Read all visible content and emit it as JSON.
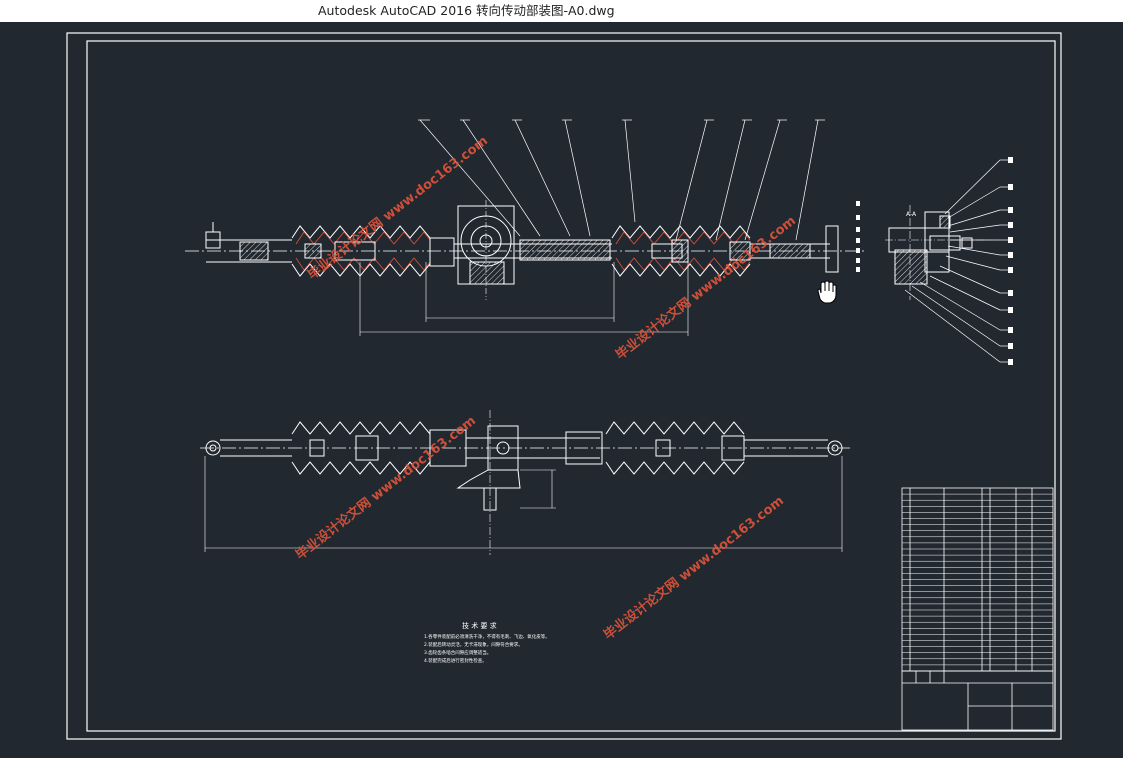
{
  "window": {
    "app_title": "Autodesk AutoCAD 2016",
    "document_title": "转向传动部装图-A0.dwg"
  },
  "drawing": {
    "tech_req_title": "技 术 要 求",
    "tech_req_lines": [
      "1.各零件装配前必须清洗干净，不得有毛刺、飞边、氧化皮等。",
      "2.装配后转动灵活，无卡滞现象，间隙符合要求。",
      "3.齿轮齿条啮合间隙应调整适当。",
      "4.装配完成后进行密封性检查。"
    ],
    "section_label": "A-A",
    "watermark": "毕业设计论文网 www.doc163.com",
    "colors": {
      "background": "#212830",
      "lines": "#ffffff",
      "watermark": "#e0553a"
    }
  }
}
